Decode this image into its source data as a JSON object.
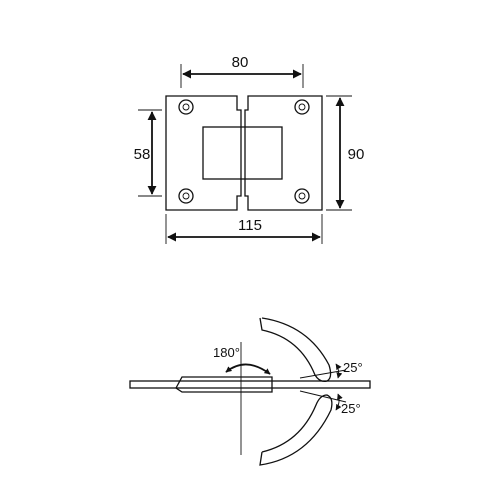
{
  "dimensions": {
    "top_width": "80",
    "inner_height": "58",
    "outer_height": "90",
    "bottom_width": "115"
  },
  "angles": {
    "swing": "180°",
    "upper_tilt": "25°",
    "lower_tilt": "25°"
  },
  "colors": {
    "stroke": "#111111",
    "background": "#ffffff"
  }
}
